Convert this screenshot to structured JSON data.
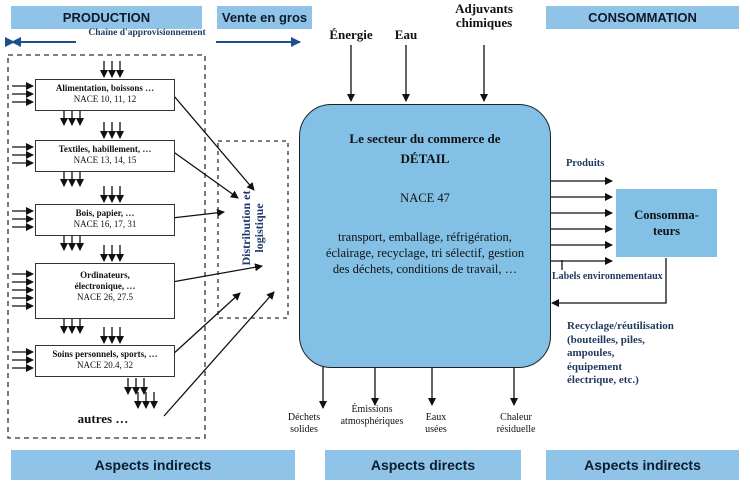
{
  "header": {
    "production": "PRODUCTION",
    "vente": "Vente en gros",
    "consommation": "CONSOMMATION",
    "chain": "Chaîne d'approvisionnement"
  },
  "inputs": [
    "Énergie",
    "Eau",
    "Adjuvants chimiques"
  ],
  "sectors": [
    {
      "name": "Alimentation, boissons …",
      "nace": "NACE 10, 11, 12"
    },
    {
      "name": "Textiles, habillement, …",
      "nace": "NACE 13, 14, 15"
    },
    {
      "name": "Bois, papier, …",
      "nace": "NACE 16, 17, 31"
    },
    {
      "name": "Ordinateurs, électronique, …",
      "nace": "NACE 26, 27.5"
    },
    {
      "name": "Soins personnels, sports, …",
      "nace": "NACE 20.4, 32"
    }
  ],
  "others": "autres …",
  "distribution": "Distribution et logistique",
  "retail": {
    "title_line1": "Le secteur du commerce de",
    "title_line2": "DÉTAIL",
    "nace": "NACE 47",
    "activities": "transport, emballage, réfrigération, éclairage, recyclage, tri sélectif, gestion des déchets, conditions de travail, …"
  },
  "produits": "Produits",
  "consumers": "Consomma-teurs",
  "labels": "Labels environnementaux",
  "recycling": "Recyclage/réutilisation (bouteilles, piles, ampoules, équipement électrique, etc.)",
  "outputs": [
    "Déchets solides",
    "Émissions atmosphériques",
    "Eaux usées",
    "Chaleur résiduelle"
  ],
  "footer": [
    "Aspects indirects",
    "Aspects directs",
    "Aspects indirects"
  ]
}
